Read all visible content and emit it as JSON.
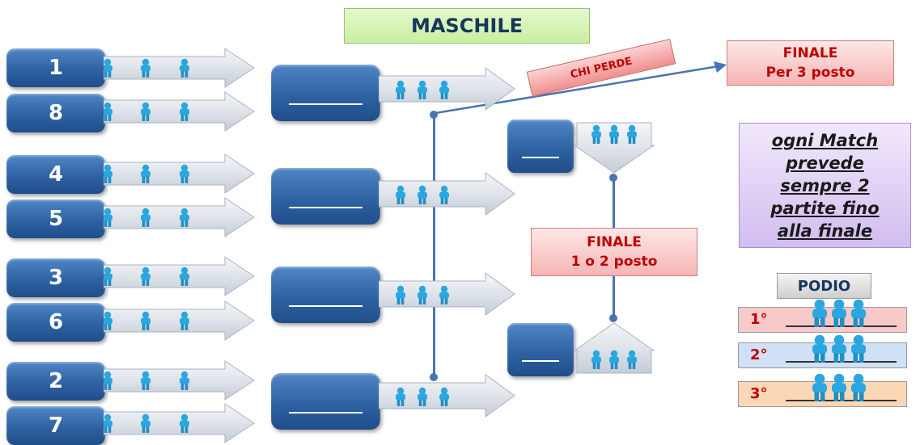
{
  "title": "MASCHILE",
  "seeds": [
    "1",
    "8",
    "4",
    "5",
    "3",
    "6",
    "2",
    "7"
  ],
  "matches": [
    "1-8",
    "4-5",
    "3-6",
    "2-7"
  ],
  "chi_perde": "CHI PERDE",
  "finale_terzo": {
    "line1": "FINALE",
    "line2": "Per 3 posto"
  },
  "finale_primo": {
    "line1": "FINALE",
    "line2": "1 o 2 posto"
  },
  "note": {
    "lines": [
      "ogni Match",
      "prevede",
      "sempre 2",
      "partite fino",
      "alla finale"
    ]
  },
  "podio": {
    "title": "PODIO",
    "places": [
      {
        "label": "1°",
        "color": "#f7c9c9"
      },
      {
        "label": "2°",
        "color": "#cfe0f7"
      },
      {
        "label": "3°",
        "color": "#fbd7b5"
      }
    ]
  },
  "colors": {
    "accent": "#2f62a3",
    "connector": "#4a74b0",
    "player": "#2aa7df"
  },
  "icons": {
    "player": "person-icon",
    "arrow": "arrow-right"
  }
}
